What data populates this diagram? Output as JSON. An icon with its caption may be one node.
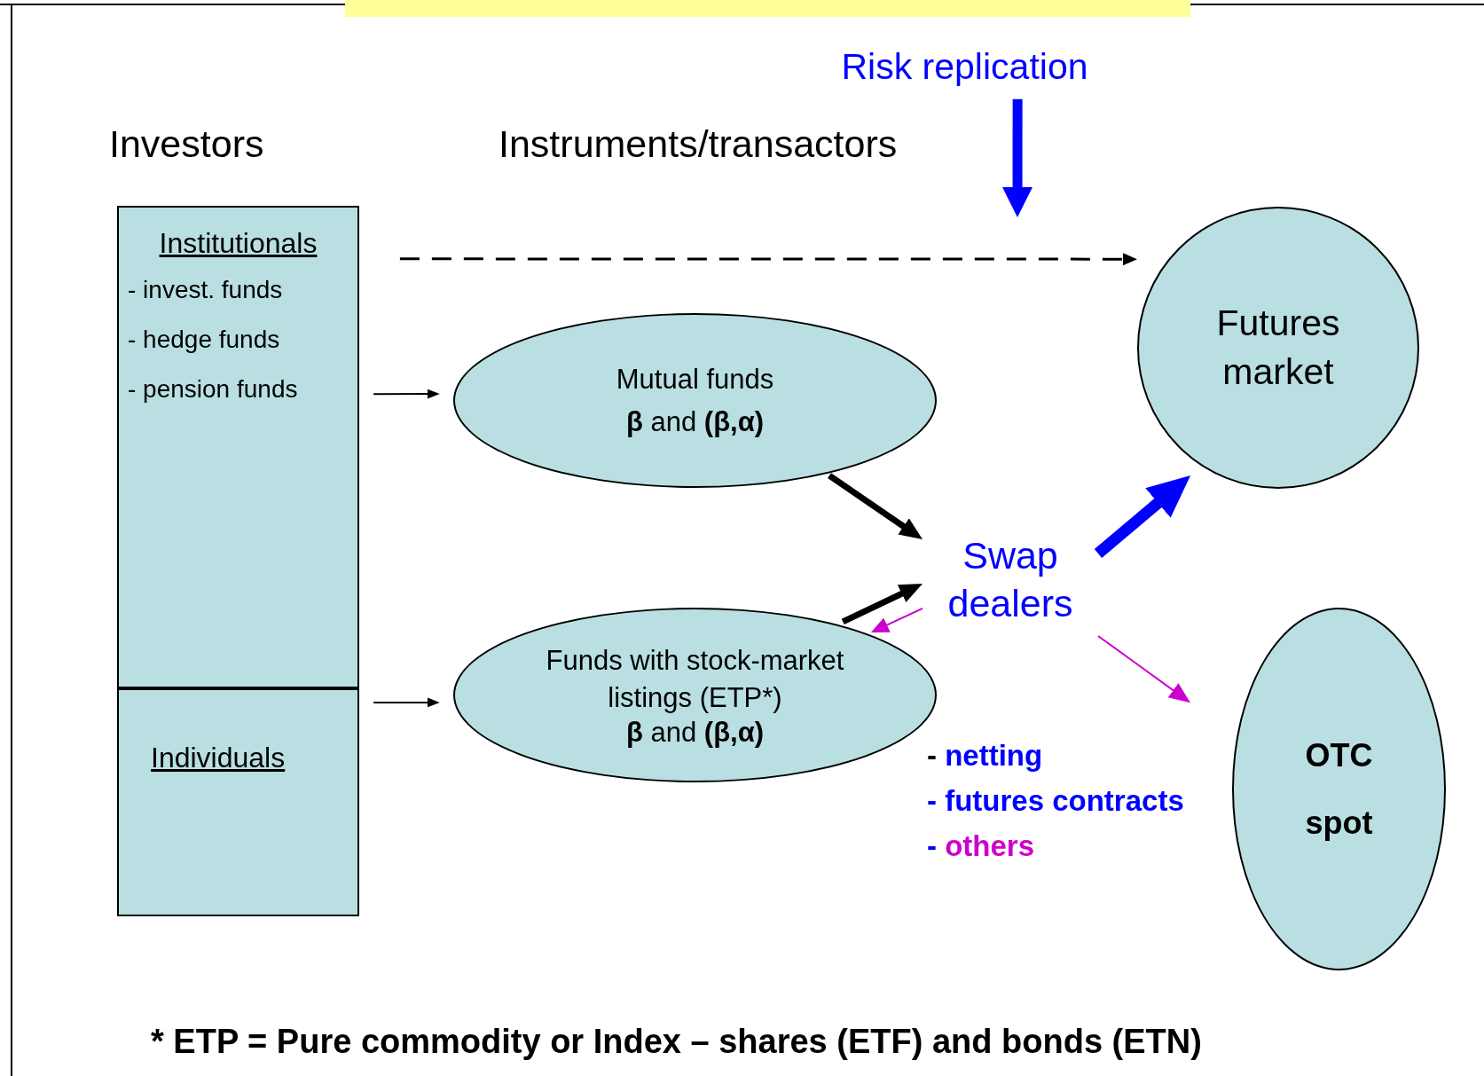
{
  "diagram": {
    "caption": "* ETP = Pure commodity or Index – shares (ETF) and bonds (ETN)",
    "nodes": [
      {
        "text": [
          "Institutionals",
          "- invest. funds",
          "- hedge funds",
          "- pension funds"
        ]
      },
      {
        "text": [
          "Individuals"
        ]
      },
      {
        "text": [
          "Mutual funds",
          "**β** and **(β,α)**"
        ]
      },
      {
        "text": [
          "Funds with stock-market listings (ETP*)",
          "**β** and **(β,α)**"
        ]
      },
      {
        "text": [
          "Swap dealers"
        ]
      },
      {
        "text": [
          "Futures market"
        ]
      },
      {
        "text": [
          "OTC",
          "spot"
        ]
      },
      {
        "text": [
          "Risk replication"
        ]
      },
      {
        "text": [],
        "shape": "bar"
      }
    ],
    "edges": [
      {
        "from": 0,
        "to": 5,
        "arrow": "to",
        "style": "dashed"
      },
      {
        "from": 0,
        "to": 2,
        "arrow": "to"
      },
      {
        "from": 1,
        "to": 3,
        "arrow": "to"
      },
      {
        "from": 2,
        "to": 4,
        "arrow": "to",
        "style": "thick"
      },
      {
        "from": 3,
        "to": 4,
        "arrow": "to",
        "style": "thick"
      },
      {
        "from": 4,
        "to": 3,
        "arrow": "to",
        "color": "#cc00cc"
      },
      {
        "from": 4,
        "to": 5,
        "arrow": "to",
        "style": "thick",
        "color": "#0000ff"
      },
      {
        "from": 4,
        "to": 6,
        "arrow": "to",
        "color": "#cc00cc"
      },
      {
        "from": 7,
        "to": null,
        "arrow": "to",
        "style": "thick",
        "color": "#0000ff"
      }
    ],
    "labels": [
      "Investors",
      "Instruments/transactors",
      "- netting",
      "- futures contracts",
      "- others"
    ]
  }
}
